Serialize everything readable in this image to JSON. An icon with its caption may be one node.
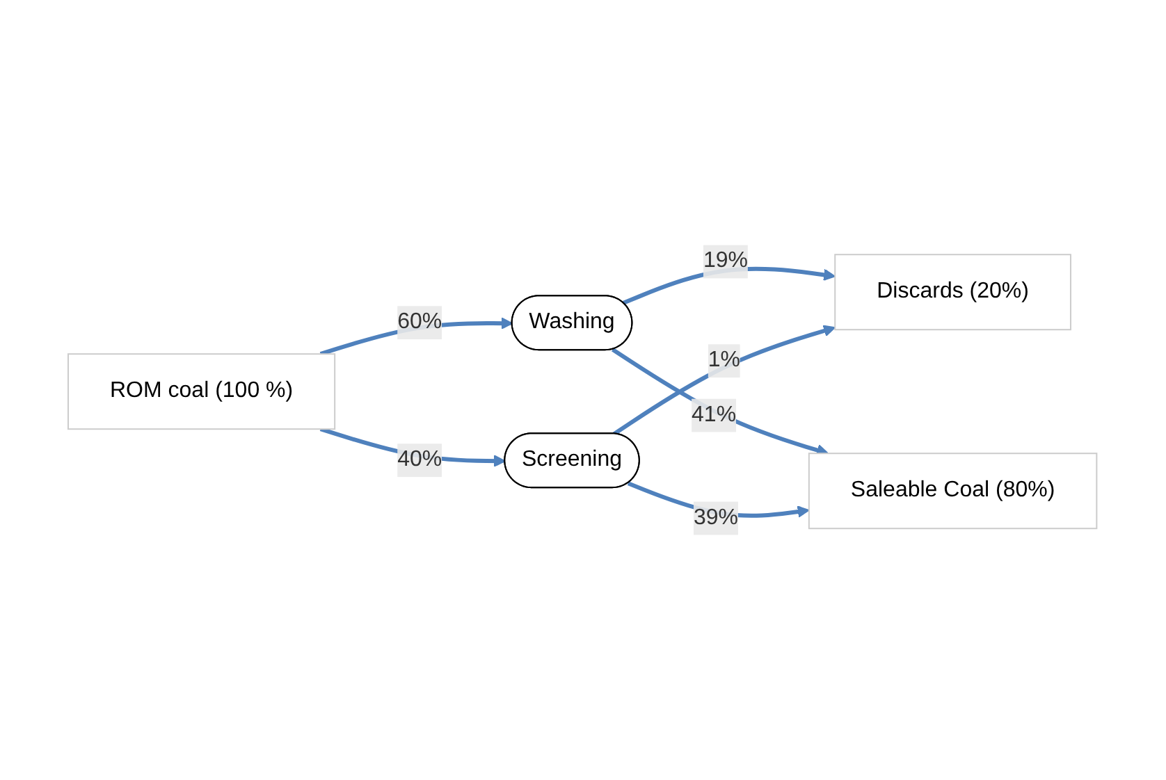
{
  "diagram": {
    "nodes": [
      {
        "text": [
          "ROM coal (100 %)"
        ]
      },
      {
        "text": [
          "Washing"
        ]
      },
      {
        "text": [
          "Screening"
        ]
      },
      {
        "text": [
          "Discards (20%)"
        ]
      },
      {
        "text": [
          "Saleable Coal (80%)"
        ]
      }
    ],
    "edges": [
      {
        "from": 0,
        "to": 1,
        "arrow": "to",
        "label": "60%"
      },
      {
        "from": 0,
        "to": 2,
        "arrow": "to",
        "label": "40%"
      },
      {
        "from": 1,
        "to": 3,
        "arrow": "to",
        "label": "19%"
      },
      {
        "from": 2,
        "to": 3,
        "arrow": "to",
        "label": "1%"
      },
      {
        "from": 1,
        "to": 4,
        "arrow": "to",
        "label": "41%"
      },
      {
        "from": 2,
        "to": 4,
        "arrow": "to",
        "label": "39%"
      }
    ]
  }
}
